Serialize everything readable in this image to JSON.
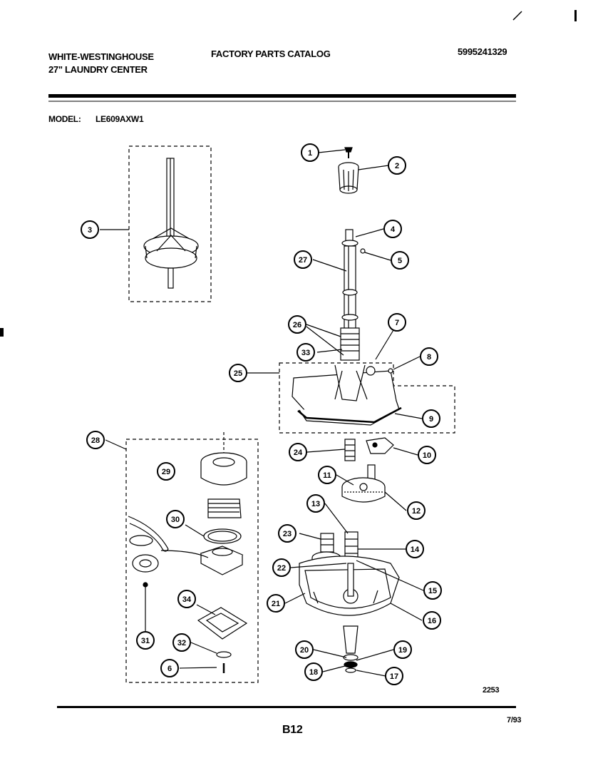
{
  "header": {
    "brand_line1": "WHITE-WESTINGHOUSE",
    "brand_line2": "27\" LAUNDRY CENTER",
    "catalog_title": "FACTORY PARTS CATALOG",
    "catalog_number": "5995241329"
  },
  "model": {
    "label": "MODEL:",
    "value": "LE609AXW1"
  },
  "diagram": {
    "callouts": [
      "1",
      "2",
      "3",
      "4",
      "5",
      "27",
      "26",
      "7",
      "8",
      "33",
      "25",
      "9",
      "24",
      "10",
      "11",
      "12",
      "13",
      "23",
      "14",
      "22",
      "15",
      "21",
      "16",
      "20",
      "19",
      "18",
      "17",
      "28",
      "29",
      "30",
      "34",
      "32",
      "6",
      "31"
    ],
    "reference_number": "2253"
  },
  "footer": {
    "page": "B12",
    "date": "7/93"
  }
}
